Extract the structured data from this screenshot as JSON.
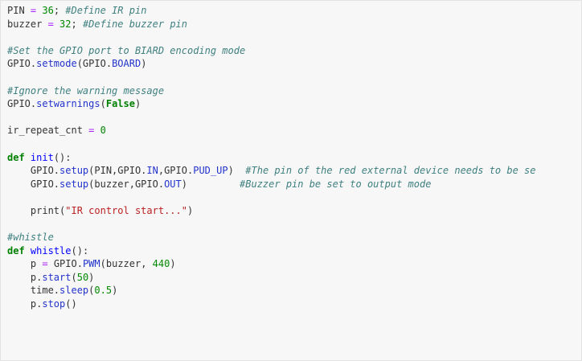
{
  "code_lines": [
    [
      {
        "t": "PIN ",
        "k": "plain"
      },
      {
        "t": "=",
        "k": "op"
      },
      {
        "t": " ",
        "k": "plain"
      },
      {
        "t": "36",
        "k": "num"
      },
      {
        "t": "; ",
        "k": "plain"
      },
      {
        "t": "#Define IR pin",
        "k": "cm"
      }
    ],
    [
      {
        "t": "buzzer ",
        "k": "plain"
      },
      {
        "t": "=",
        "k": "op"
      },
      {
        "t": " ",
        "k": "plain"
      },
      {
        "t": "32",
        "k": "num"
      },
      {
        "t": "; ",
        "k": "plain"
      },
      {
        "t": "#Define buzzer pin",
        "k": "cm"
      }
    ],
    [],
    [
      {
        "t": "#Set the GPIO port to BIARD encoding mode",
        "k": "cm"
      }
    ],
    [
      {
        "t": "GPIO.",
        "k": "plain"
      },
      {
        "t": "setmode",
        "k": "attr"
      },
      {
        "t": "(GPIO.",
        "k": "plain"
      },
      {
        "t": "BOARD",
        "k": "attr"
      },
      {
        "t": ")",
        "k": "plain"
      }
    ],
    [],
    [
      {
        "t": "#Ignore the warning message",
        "k": "cm"
      }
    ],
    [
      {
        "t": "GPIO.",
        "k": "plain"
      },
      {
        "t": "setwarnings",
        "k": "attr"
      },
      {
        "t": "(",
        "k": "plain"
      },
      {
        "t": "False",
        "k": "kw"
      },
      {
        "t": ")",
        "k": "plain"
      }
    ],
    [],
    [
      {
        "t": "ir_repeat_cnt ",
        "k": "plain"
      },
      {
        "t": "=",
        "k": "op"
      },
      {
        "t": " ",
        "k": "plain"
      },
      {
        "t": "0",
        "k": "num"
      }
    ],
    [],
    [
      {
        "t": "def",
        "k": "kw"
      },
      {
        "t": " ",
        "k": "plain"
      },
      {
        "t": "init",
        "k": "fn"
      },
      {
        "t": "():",
        "k": "plain"
      }
    ],
    [
      {
        "t": "    GPIO.",
        "k": "plain"
      },
      {
        "t": "setup",
        "k": "attr"
      },
      {
        "t": "(PIN,GPIO.",
        "k": "plain"
      },
      {
        "t": "IN",
        "k": "attr"
      },
      {
        "t": ",GPIO.",
        "k": "plain"
      },
      {
        "t": "PUD_UP",
        "k": "attr"
      },
      {
        "t": ")  ",
        "k": "plain"
      },
      {
        "t": "#The pin of the red external device needs to be se",
        "k": "cm"
      }
    ],
    [
      {
        "t": "    GPIO.",
        "k": "plain"
      },
      {
        "t": "setup",
        "k": "attr"
      },
      {
        "t": "(buzzer,GPIO.",
        "k": "plain"
      },
      {
        "t": "OUT",
        "k": "attr"
      },
      {
        "t": ")         ",
        "k": "plain"
      },
      {
        "t": "#Buzzer pin be set to output mode",
        "k": "cm"
      }
    ],
    [],
    [
      {
        "t": "    print(",
        "k": "plain"
      },
      {
        "t": "\"IR control start...\"",
        "k": "str"
      },
      {
        "t": ")",
        "k": "plain"
      }
    ],
    [],
    [
      {
        "t": "#whistle",
        "k": "cm"
      }
    ],
    [
      {
        "t": "def",
        "k": "kw"
      },
      {
        "t": " ",
        "k": "plain"
      },
      {
        "t": "whistle",
        "k": "fn"
      },
      {
        "t": "():",
        "k": "plain"
      }
    ],
    [
      {
        "t": "    p ",
        "k": "plain"
      },
      {
        "t": "=",
        "k": "op"
      },
      {
        "t": " GPIO.",
        "k": "plain"
      },
      {
        "t": "PWM",
        "k": "attr"
      },
      {
        "t": "(buzzer, ",
        "k": "plain"
      },
      {
        "t": "440",
        "k": "num"
      },
      {
        "t": ")",
        "k": "plain"
      }
    ],
    [
      {
        "t": "    p.",
        "k": "plain"
      },
      {
        "t": "start",
        "k": "attr"
      },
      {
        "t": "(",
        "k": "plain"
      },
      {
        "t": "50",
        "k": "num"
      },
      {
        "t": ")",
        "k": "plain"
      }
    ],
    [
      {
        "t": "    time.",
        "k": "plain"
      },
      {
        "t": "sleep",
        "k": "attr"
      },
      {
        "t": "(",
        "k": "plain"
      },
      {
        "t": "0.5",
        "k": "num"
      },
      {
        "t": ")",
        "k": "plain"
      }
    ],
    [
      {
        "t": "    p.",
        "k": "plain"
      },
      {
        "t": "stop",
        "k": "attr"
      },
      {
        "t": "()",
        "k": "plain"
      }
    ]
  ]
}
